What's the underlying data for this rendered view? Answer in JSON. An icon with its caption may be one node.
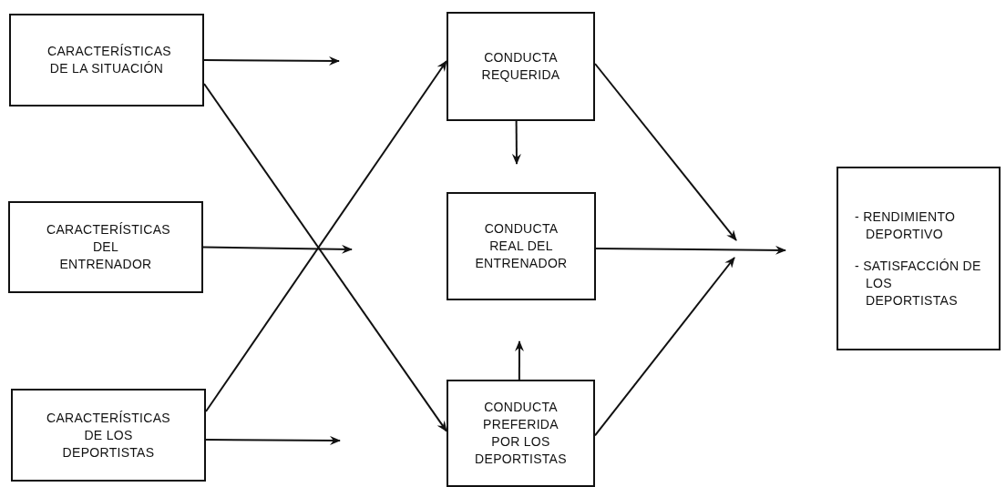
{
  "diagram": {
    "nodes": [
      {
        "text": [
          "CARACTERÍSTICAS DE LA SITUACIÓN"
        ]
      },
      {
        "text": [
          "CARACTERÍSTICAS DEL ENTRENADOR"
        ]
      },
      {
        "text": [
          "CARACTERÍSTICAS DE LOS DEPORTISTAS"
        ]
      },
      {
        "text": [
          "CONDUCTA REQUERIDA"
        ]
      },
      {
        "text": [
          "CONDUCTA REAL DEL ENTRENADOR"
        ]
      },
      {
        "text": [
          "CONDUCTA PREFERIDA POR LOS DEPORTISTAS"
        ]
      },
      {
        "text": [
          "- RENDIMIENTO DEPORTIVO",
          "- SATISFACCIÓN DE LOS DEPORTISTAS"
        ]
      }
    ],
    "edges": [
      {
        "from": 0,
        "to": null,
        "arrow": "to"
      },
      {
        "from": 0,
        "to": 5,
        "arrow": "to"
      },
      {
        "from": 1,
        "to": null,
        "arrow": "to"
      },
      {
        "from": 2,
        "to": 3,
        "arrow": "to"
      },
      {
        "from": 2,
        "to": null,
        "arrow": "to"
      },
      {
        "from": 3,
        "to": null,
        "arrow": "to"
      },
      {
        "from": 5,
        "to": null,
        "arrow": "to"
      },
      {
        "from": 3,
        "to": null,
        "arrow": "to"
      },
      {
        "from": 4,
        "to": null,
        "arrow": "to"
      },
      {
        "from": 5,
        "to": null,
        "arrow": "to"
      }
    ]
  }
}
